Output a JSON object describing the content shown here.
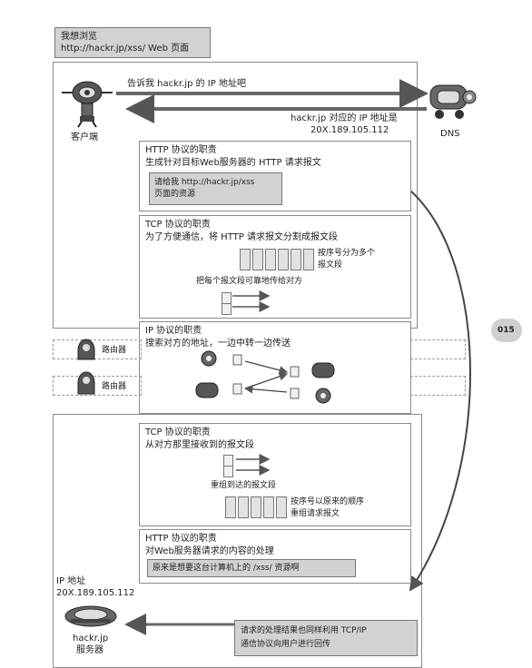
{
  "top_note": {
    "line1": "我想浏览",
    "line2": "http://hackr.jp/xss/ Web 页面"
  },
  "client_label": "客户端",
  "dns_label": "DNS",
  "ask_dns": "告诉我 hackr.jp 的 IP 地址吧",
  "dns_reply": {
    "line1": "hackr.jp 对应的 IP 地址是",
    "line2": "20X.189.105.112"
  },
  "http_box": {
    "title": "HTTP 协议的职责",
    "desc": "生成针对目标Web服务器的 HTTP 请求报文",
    "msg_line1": "请给我 http://hackr.jp/xss",
    "msg_line2": "页面的资源"
  },
  "tcp_box": {
    "title": "TCP 协议的职责",
    "desc": "为了方便通信，将 HTTP 请求报文分割成报文段",
    "seq_line1": "按序号分为多个",
    "seq_line2": "报文段",
    "reliable": "把每个报文段可靠地传给对方"
  },
  "ip_box": {
    "title": "IP 协议的职责",
    "desc": "搜索对方的地址，一边中转一边传送"
  },
  "router1_label": "路由器",
  "router2_label": "路由器",
  "page_number": "015",
  "tcp_recv_box": {
    "title": "TCP 协议的职责",
    "desc": "从对方那里接收到的报文段",
    "reassemble": "重组到达的报文段",
    "order_line1": "按序号以原来的顺序",
    "order_line2": "重组请求报文"
  },
  "http_server_box": {
    "title": "HTTP 协议的职责",
    "desc": "对Web服务器请求的内容的处理",
    "msg": "原来是想要这台计算机上的 /xss/ 资源啊"
  },
  "server_ip": {
    "line1": "IP 地址",
    "line2": "20X.189.105.112"
  },
  "server_label": {
    "line1": "hackr.jp",
    "line2": "服务器"
  },
  "reply_note": {
    "line1": "请求的处理结果也同样利用 TCP/IP",
    "line2": "通信协议向用户进行回传"
  }
}
